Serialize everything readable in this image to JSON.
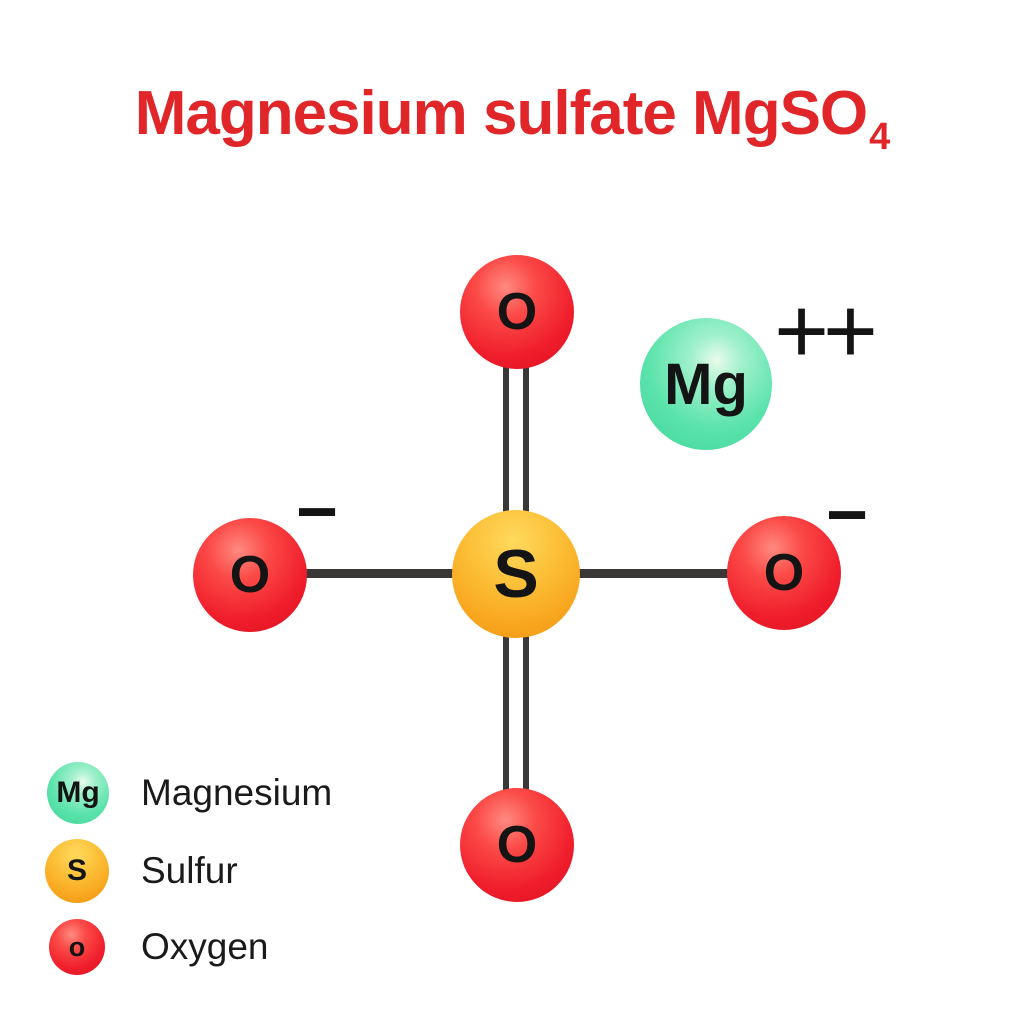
{
  "title": {
    "main": "Magnesium sulfate MgSO",
    "subscript": "4",
    "color": "#e02629"
  },
  "diagram": {
    "central_atom": {
      "symbol": "S",
      "element": "Sulfur",
      "color": "#f8a61e"
    },
    "cation": {
      "symbol": "Mg",
      "element": "Magnesium",
      "charge": "++",
      "color": "#5be3ac"
    },
    "oxygens": [
      {
        "position": "top",
        "symbol": "O",
        "bond": "double",
        "charge": ""
      },
      {
        "position": "right",
        "symbol": "O",
        "bond": "single",
        "charge": "−"
      },
      {
        "position": "bottom",
        "symbol": "O",
        "bond": "double",
        "charge": ""
      },
      {
        "position": "left",
        "symbol": "O",
        "bond": "single",
        "charge": "−"
      }
    ],
    "oxygen_color": "#f01e2c",
    "bond_color": "#3a3737",
    "bonds": [
      {
        "from": "S",
        "to": "O-top",
        "type": "double"
      },
      {
        "from": "S",
        "to": "O-bottom",
        "type": "double"
      },
      {
        "from": "S",
        "to": "O-left",
        "type": "single"
      },
      {
        "from": "S",
        "to": "O-right",
        "type": "single"
      }
    ]
  },
  "legend": {
    "items": [
      {
        "symbol": "Mg",
        "label": "Magnesium",
        "color": "#5be3ac"
      },
      {
        "symbol": "S",
        "label": "Sulfur",
        "color": "#f8a61e"
      },
      {
        "symbol": "o",
        "label": "Oxygen",
        "color": "#f01e2c"
      }
    ]
  }
}
